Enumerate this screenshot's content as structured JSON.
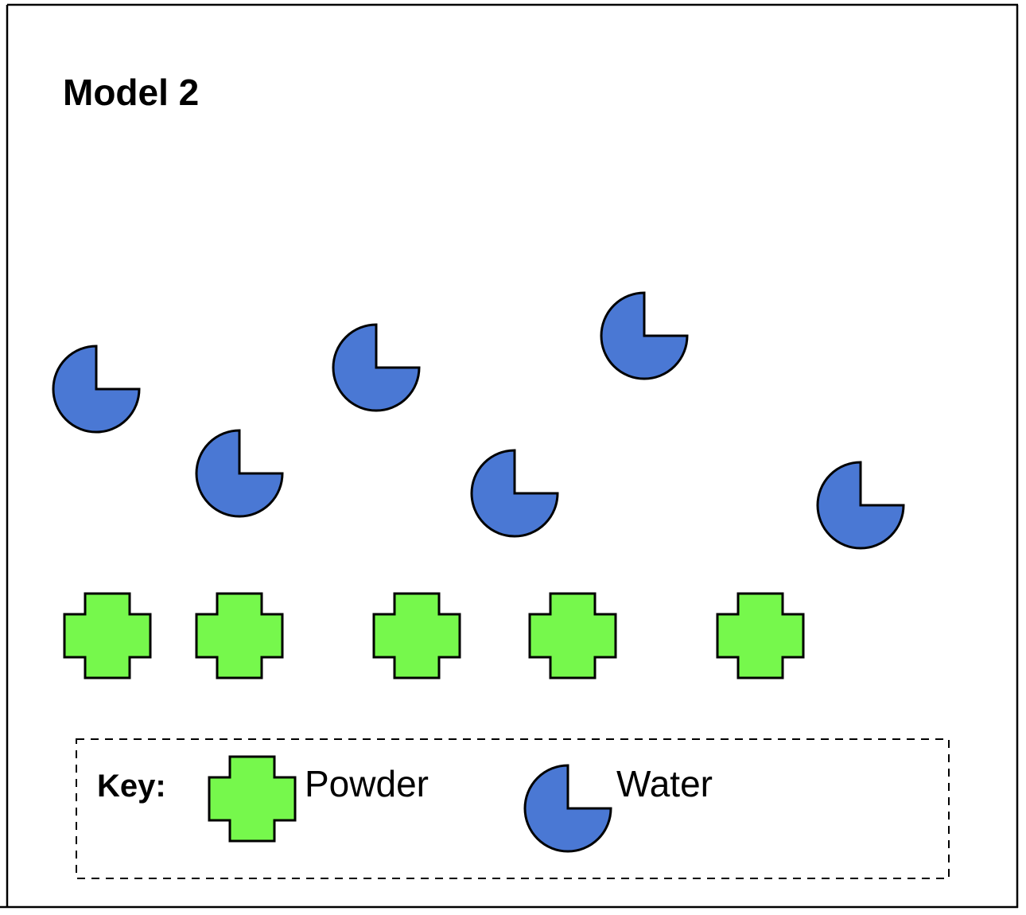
{
  "title": "Model 2",
  "colors": {
    "water": "#4a78d4",
    "powder": "#76f84c",
    "outline": "#000000"
  },
  "particles": {
    "water": [
      {
        "id": "water-1"
      },
      {
        "id": "water-2"
      },
      {
        "id": "water-3"
      },
      {
        "id": "water-4"
      },
      {
        "id": "water-5"
      },
      {
        "id": "water-6"
      }
    ],
    "powder": [
      {
        "id": "powder-1"
      },
      {
        "id": "powder-2"
      },
      {
        "id": "powder-3"
      },
      {
        "id": "powder-4"
      },
      {
        "id": "powder-5"
      }
    ]
  },
  "counts": {
    "water": 6,
    "powder": 5
  },
  "key": {
    "label": "Key:",
    "items": [
      {
        "name": "powder",
        "label": "Powder"
      },
      {
        "name": "water",
        "label": "Water"
      }
    ]
  }
}
